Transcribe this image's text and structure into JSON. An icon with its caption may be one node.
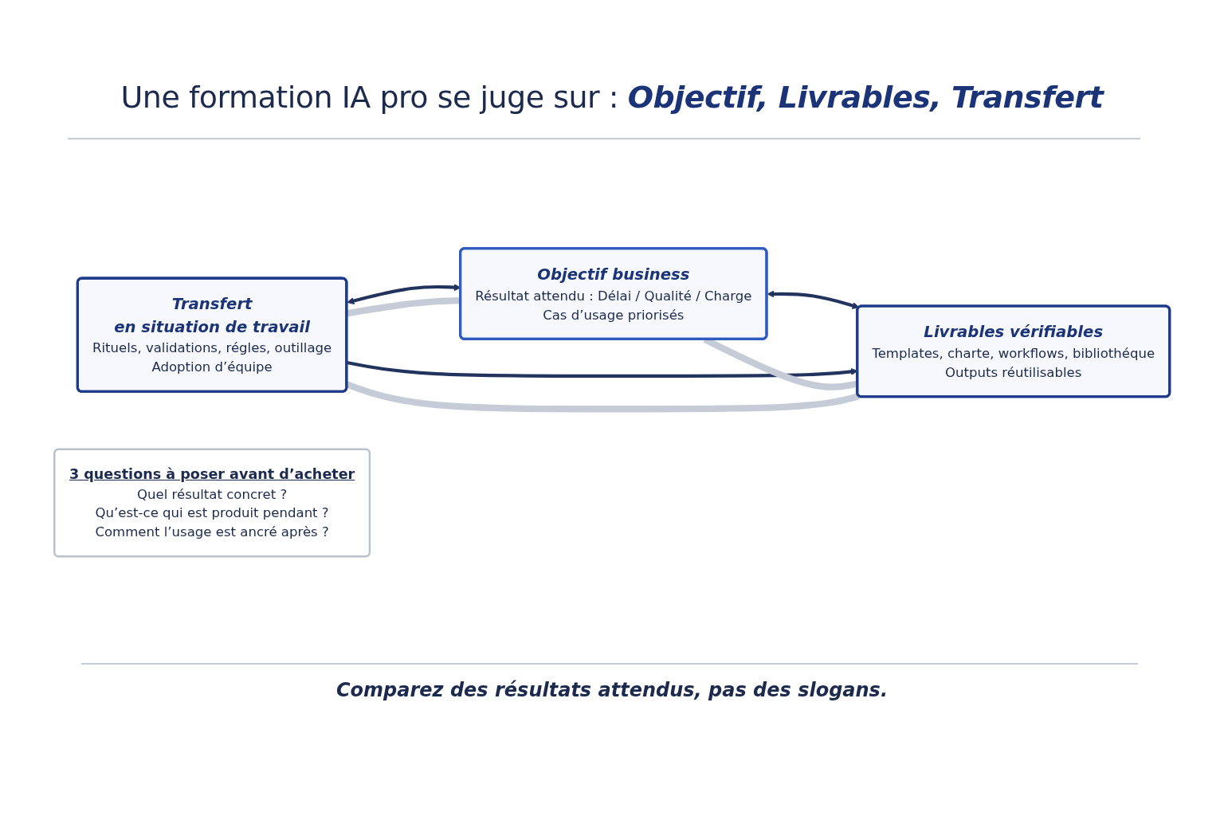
{
  "diagram": {
    "title": "Une formation IA pro se juge sur : **Objectif, Livrables, Transfert**",
    "caption": "Comparez des résultats attendus, pas des slogans.",
    "nodes": [
      {
        "text": [
          "Objectif business",
          "Résultat attendu : Délai / Qualité / Charge",
          "Cas d’usage priorisés"
        ]
      },
      {
        "text": [
          "Transfert",
          "en situation de travail",
          "Rituels, validations, régles, outillage",
          "Adoption d’équipe"
        ]
      },
      {
        "text": [
          "Livrables vérifiables",
          "Templates, charte, workflows, bibliothéque",
          "Outputs réutilisables"
        ]
      },
      {
        "text": [
          "3 questions à poser avant d’acheter",
          "Quel résultat concret ?",
          "Qu’est-ce qui est produit pendant ?",
          "Comment l’usage est ancré après ?"
        ]
      }
    ],
    "edges": [
      {
        "from": 1,
        "to": 0,
        "arrow": "both"
      },
      {
        "from": 0,
        "to": 2,
        "arrow": "both"
      },
      {
        "from": 1,
        "to": 2,
        "arrow": "to"
      },
      {
        "from": 1,
        "to": 0,
        "arrow": "none",
        "style": "thick",
        "color": "#c5ccd8"
      },
      {
        "from": 0,
        "to": 2,
        "arrow": "none",
        "style": "thick",
        "color": "#c5ccd8"
      },
      {
        "from": 1,
        "to": 2,
        "arrow": "none",
        "style": "thick",
        "color": "#c5ccd8"
      }
    ]
  }
}
